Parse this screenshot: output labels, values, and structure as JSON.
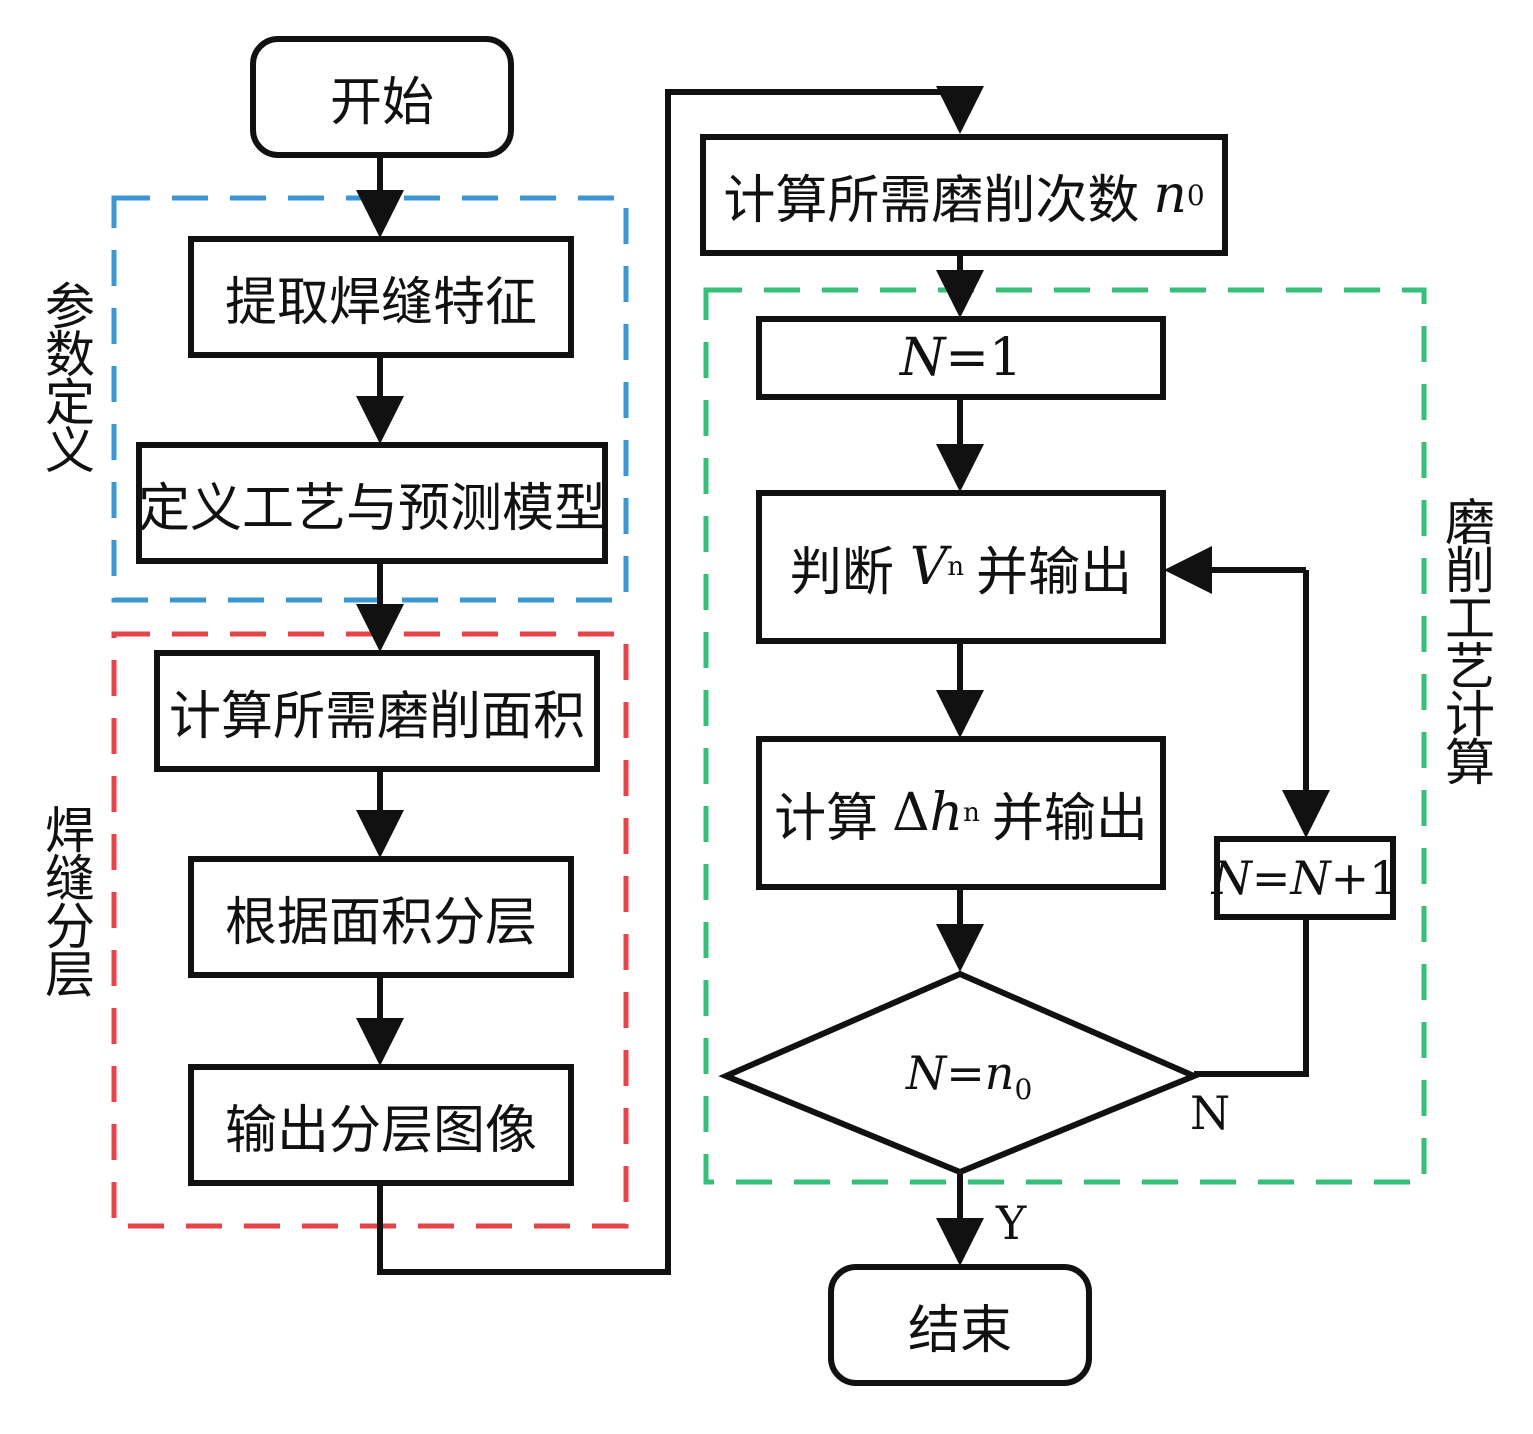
{
  "nodes": {
    "start": "开始",
    "extract": "提取焊缝特征",
    "define": "定义工艺与预测模型",
    "area": "计算所需磨削面积",
    "layer": "根据面积分层",
    "output_img": "输出分层图像",
    "count_text": "计算所需磨削次数",
    "count_var": "n",
    "count_sub": "0",
    "init_var": "N",
    "init_eq": "=1",
    "judge_pre": "判断",
    "judge_var": "V",
    "judge_sub": "n",
    "judge_post": "并输出",
    "calc_pre": "计算",
    "calc_delta": "Δ",
    "calc_var": "h",
    "calc_sub": "n",
    "calc_post": "并输出",
    "incr_var1": "N",
    "incr_eq": "=",
    "incr_var2": "N",
    "incr_tail": "+1",
    "dec_var1": "N",
    "dec_eq": "=",
    "dec_var2": "n",
    "dec_sub": "0",
    "end": "结束"
  },
  "groups": {
    "param": "参数定义",
    "weld": "焊缝分层",
    "grind": "磨削工艺计算"
  },
  "branches": {
    "no": "N",
    "yes": "Y"
  },
  "colors": {
    "param_group": "#3b97d3",
    "weld_group": "#e8434a",
    "grind_group": "#35c07a",
    "stroke": "#111111"
  }
}
